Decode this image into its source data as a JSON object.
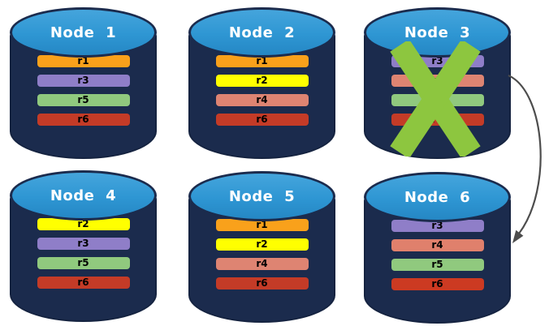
{
  "diagram": {
    "description": "Replicated database nodes with failed node and failover arrow",
    "nodes": [
      {
        "id": "node-1",
        "title": "Node 1",
        "failed": false,
        "replicas": [
          {
            "label": "r1",
            "color": "#F9A11B"
          },
          {
            "label": "r3",
            "color": "#8F7EC8"
          },
          {
            "label": "r5",
            "color": "#90C97E"
          },
          {
            "label": "r6",
            "color": "#C43B27"
          }
        ]
      },
      {
        "id": "node-2",
        "title": "Node 2",
        "failed": false,
        "replicas": [
          {
            "label": "r1",
            "color": "#F9A11B"
          },
          {
            "label": "r2",
            "color": "#FFFF00"
          },
          {
            "label": "r4",
            "color": "#DE8472"
          },
          {
            "label": "r6",
            "color": "#C43B27"
          }
        ]
      },
      {
        "id": "node-3",
        "title": "Node 3",
        "failed": true,
        "replicas": [
          {
            "label": "r3",
            "color": "#8F7EC8"
          },
          {
            "label": "r4",
            "color": "#DE8472"
          },
          {
            "label": "r5",
            "color": "#90C97E"
          },
          {
            "label": "r6",
            "color": "#C43B27"
          }
        ]
      },
      {
        "id": "node-4",
        "title": "Node 4",
        "failed": false,
        "replicas": [
          {
            "label": "r2",
            "color": "#FFFF00"
          },
          {
            "label": "r3",
            "color": "#8F7EC8"
          },
          {
            "label": "r5",
            "color": "#90C97E"
          },
          {
            "label": "r6",
            "color": "#C43B27"
          }
        ]
      },
      {
        "id": "node-5",
        "title": "Node 5",
        "failed": false,
        "replicas": [
          {
            "label": "r1",
            "color": "#F9A11B"
          },
          {
            "label": "r2",
            "color": "#FFFF00"
          },
          {
            "label": "r4",
            "color": "#DE8472"
          },
          {
            "label": "r6",
            "color": "#C43B27"
          }
        ]
      },
      {
        "id": "node-6",
        "title": "Node 6",
        "failed": false,
        "replicas": [
          {
            "label": "r3",
            "color": "#8F7EC8"
          },
          {
            "label": "r4",
            "color": "#E0806C"
          },
          {
            "label": "r5",
            "color": "#90C97E"
          },
          {
            "label": "r6",
            "color": "#CC3A22"
          }
        ]
      }
    ],
    "arrow": {
      "from": "node-3",
      "to": "node-6"
    },
    "colors": {
      "background": "#FFFFFF",
      "cylinder-body": "#1B2B4D",
      "cylinder-outline": "#152340",
      "cylinder-top": "#2E96D3",
      "node-title-text": "#FFFFFF",
      "replica-label-text": "#000000",
      "failure-x": "#8DC63F",
      "arrow": "#4D4D4D"
    }
  }
}
